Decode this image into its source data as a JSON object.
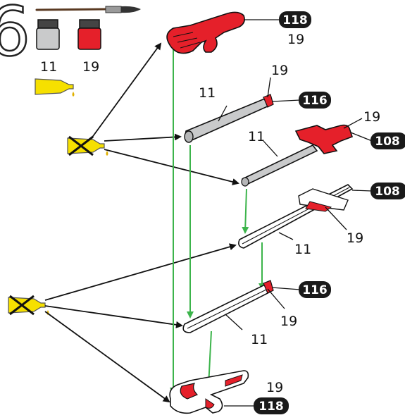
{
  "step": "6",
  "paints": [
    {
      "code": "11",
      "name": "grey"
    },
    {
      "code": "19",
      "name": "red"
    }
  ],
  "colors": {
    "grey": "#c9cacb",
    "red": "#e5202a",
    "glue_yellow": "#f6e000",
    "arrow_green": "#3cb44b",
    "arrow_black": "#111111",
    "pill": "#1a1a1a"
  },
  "parts": {
    "top_part": {
      "number": "118",
      "paint": "19"
    },
    "tube_upper": {
      "number": "116",
      "paint_body": "11",
      "paint_tip": "19"
    },
    "t_piece": {
      "number": "108",
      "paint": "19"
    },
    "rod": {
      "paint": "11"
    },
    "long_rail": {
      "number": "108",
      "paint_joint": "19",
      "paint_body": "11"
    },
    "channel": {
      "number": "116",
      "paint_tip": "19",
      "paint_body": "11"
    },
    "bottom_part": {
      "number": "118",
      "paint": "19"
    }
  }
}
